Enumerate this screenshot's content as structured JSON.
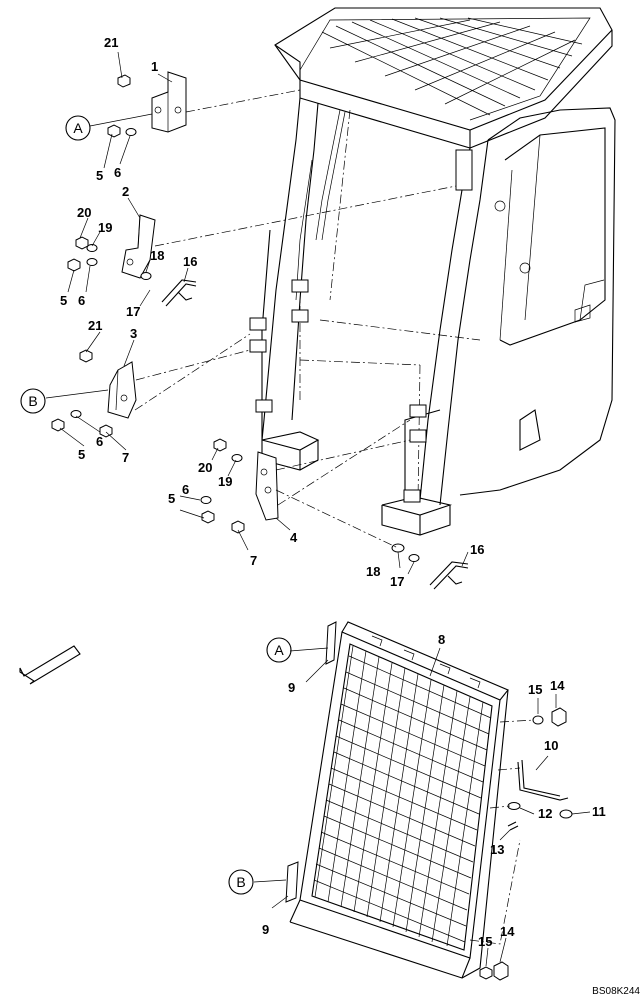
{
  "drawing_code": "BS08K244",
  "callouts": {
    "c1": "1",
    "c2": "2",
    "c3": "3",
    "c4": "4",
    "c5a": "5",
    "c5b": "5",
    "c5c": "5",
    "c5d": "5",
    "c6a": "6",
    "c6b": "6",
    "c6c": "6",
    "c6d": "6",
    "c7a": "7",
    "c7b": "7",
    "c8": "8",
    "c9a": "9",
    "c9b": "9",
    "c10": "10",
    "c11": "11",
    "c12": "12",
    "c13": "13",
    "c14a": "14",
    "c14b": "14",
    "c15a": "15",
    "c15b": "15",
    "c16a": "16",
    "c16b": "16",
    "c17a": "17",
    "c17b": "17",
    "c18a": "18",
    "c18b": "18",
    "c19a": "19",
    "c19b": "19",
    "c20a": "20",
    "c20b": "20",
    "c21a": "21",
    "c21b": "21"
  },
  "references": {
    "refA_top": "A",
    "refB_top": "B",
    "refA_guard": "A",
    "refB_guard": "B"
  },
  "icons": {
    "direction_arrow": "arrow-down-left-icon"
  }
}
